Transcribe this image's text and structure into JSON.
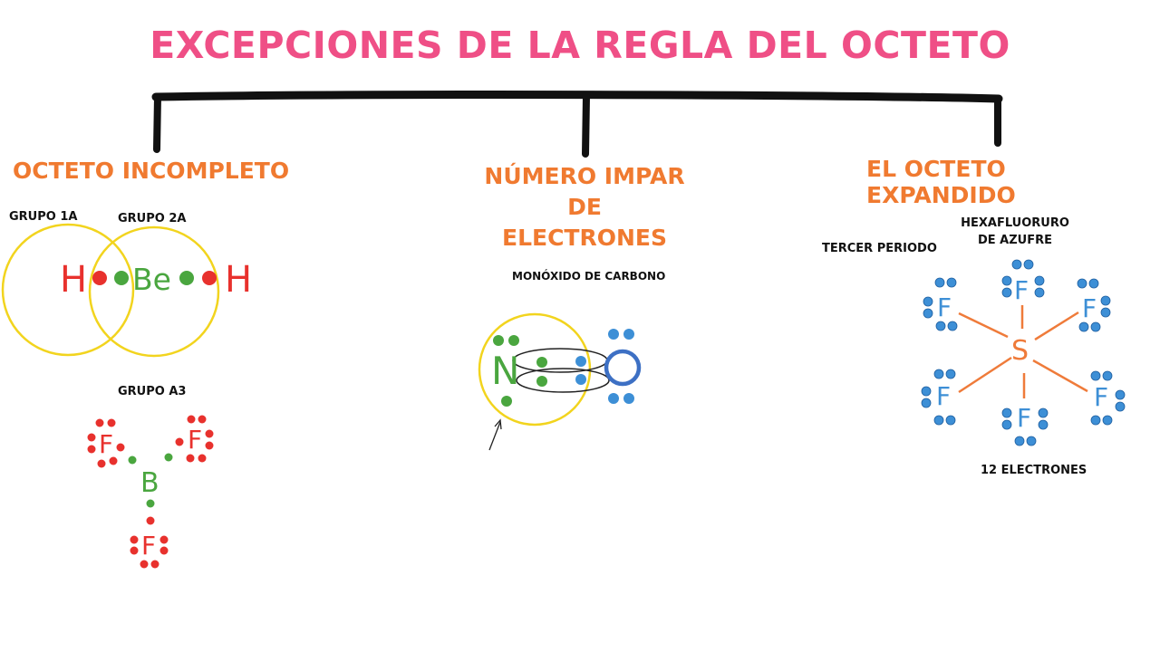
{
  "title": "EXCEPCIONES DE LA REGLA DEL OCTETO",
  "branches": {
    "incompleto": {
      "heading": "OCTETO INCOMPLETO",
      "grupo1a": "GRUPO 1A",
      "grupo2a": "GRUPO 2A",
      "grupoa3": "GRUPO A3"
    },
    "impar": {
      "heading_line1": "NÚMERO IMPAR DE",
      "heading_line2": "ELECTRONES",
      "molecule_label": "MONÓXIDO DE CARBONO"
    },
    "expandido": {
      "heading": "EL OCTETO EXPANDIDO",
      "periodo": "TERCER PERIODO",
      "compound_line1": "HEXAFLUORURO",
      "compound_line2": "DE AZUFRE",
      "electrons": "12 ELECTRONES"
    }
  },
  "atoms": {
    "h": "H",
    "be": "Be",
    "b": "B",
    "f": "F",
    "n": "N",
    "o": "O",
    "s": "S"
  },
  "colors": {
    "title": "#ef4f86",
    "heading": "#f07a30",
    "red": "#e8312d",
    "green": "#4aa63f",
    "blue": "#3d8fd6",
    "yellow": "#f2d41e",
    "orange_bond": "#ef7b3a"
  }
}
